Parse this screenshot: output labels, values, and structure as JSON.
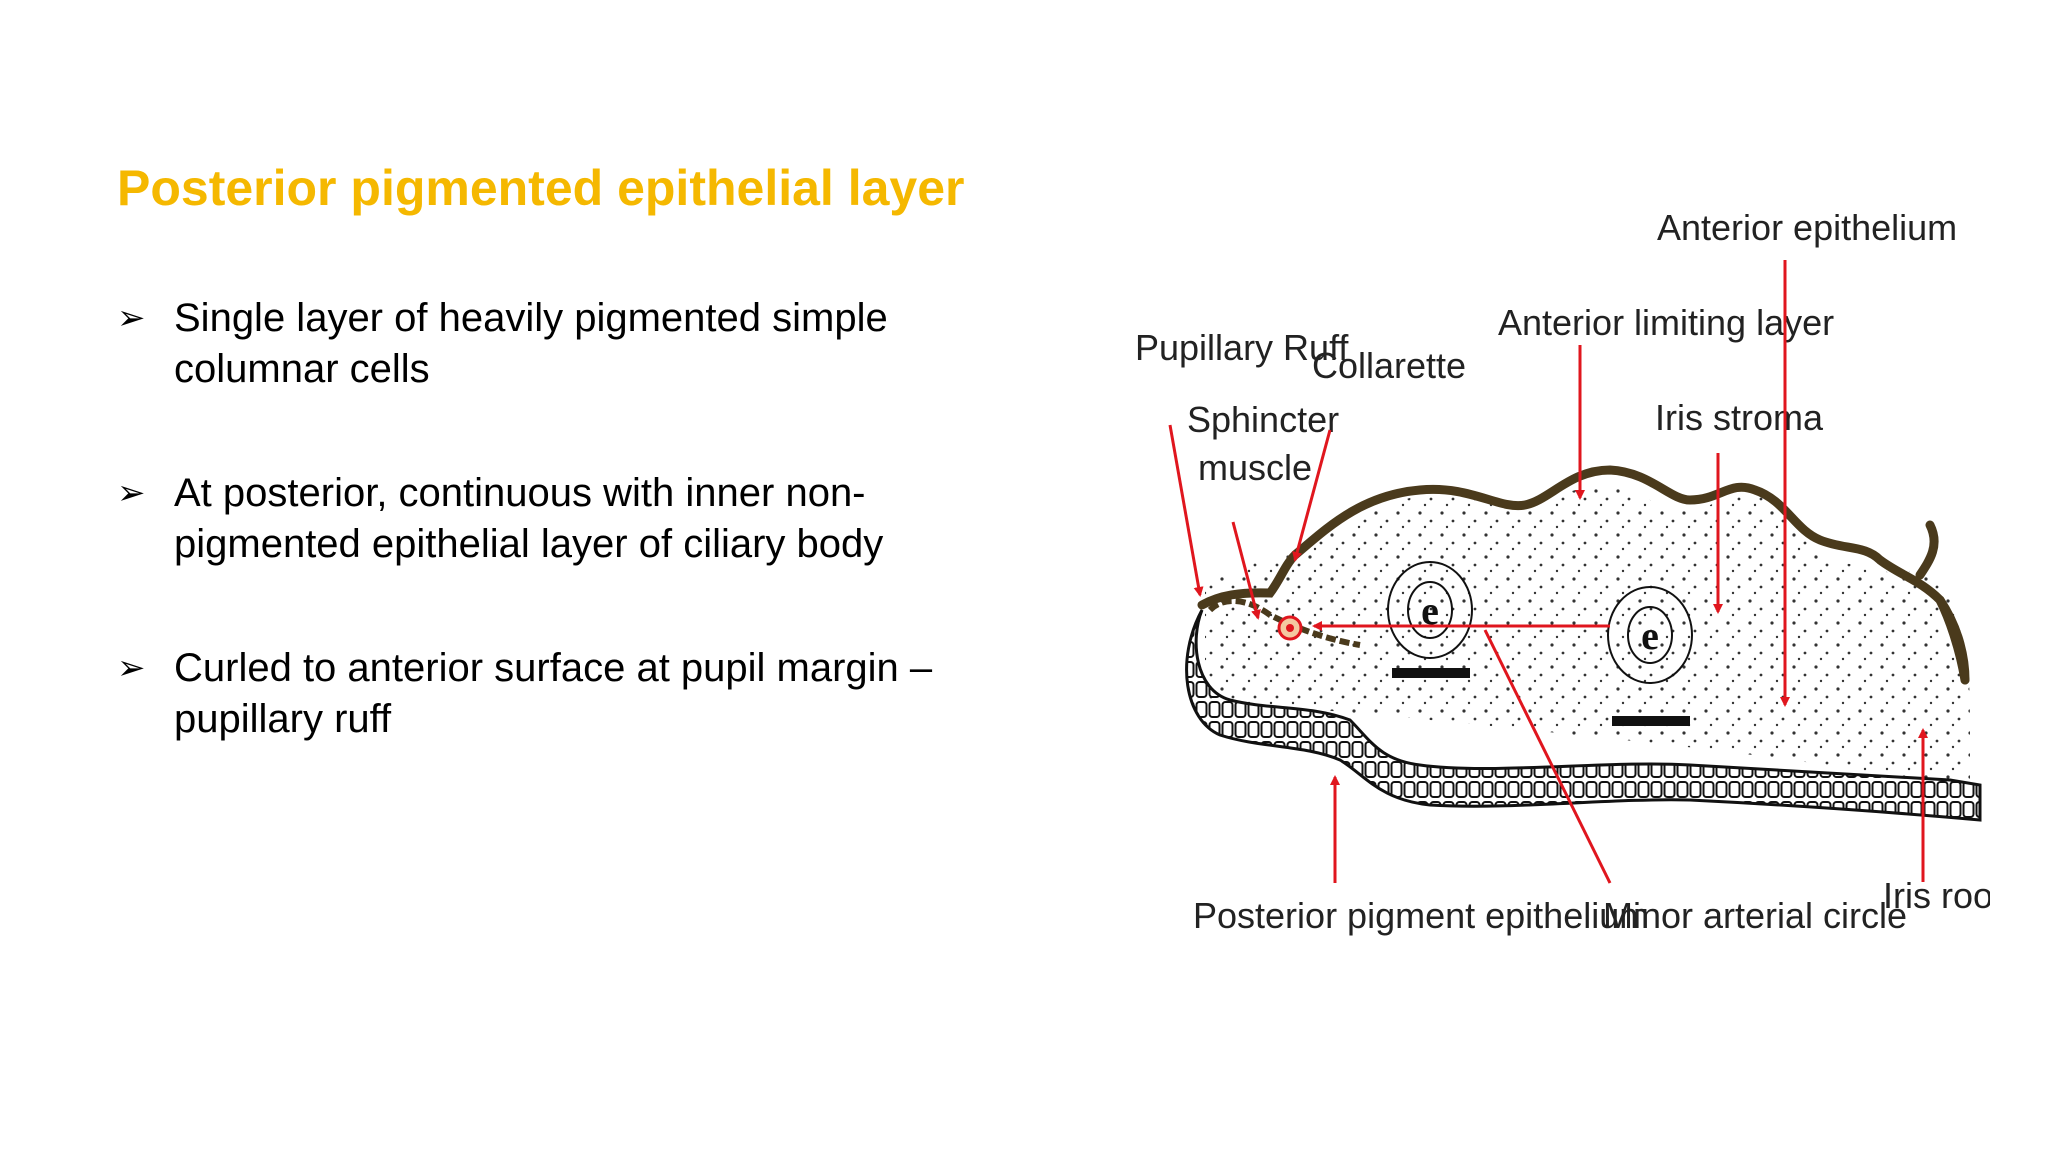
{
  "slide": {
    "title": "Posterior pigmented epithelial layer",
    "bullets": [
      {
        "marker": "➢",
        "text": "Single layer of heavily pigmented simple columnar cells"
      },
      {
        "marker": "➢",
        "text": "At posterior, continuous with inner non-pigmented epithelial layer of ciliary body"
      },
      {
        "marker": "➢",
        "text": " Curled to anterior surface at pupil margin – pupillary ruff"
      }
    ]
  },
  "diagram": {
    "labels": {
      "anterior_epithelium": "Anterior epithelium",
      "anterior_limiting_layer": "Anterior limiting layer",
      "pupillary_ruff": "Pupillary Ruff",
      "collarette": "Collarette",
      "sphincter": "Sphincter",
      "muscle": "muscle",
      "iris_stroma": "Iris stroma",
      "posterior_pigment_epithelium": "Posterior pigment epithelium",
      "minor_arterial_circle": "Minor arterial circle",
      "iris_root": "Iris root"
    },
    "colors": {
      "arrow": "#e0161e",
      "title": "#f5b800",
      "pigment": "#4a3a1c"
    }
  }
}
